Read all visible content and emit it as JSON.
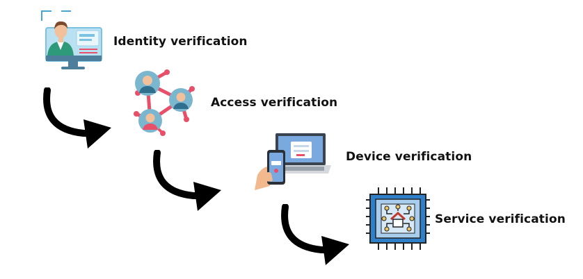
{
  "steps": [
    {
      "label": "Identity verification",
      "icon": "identity-verification-icon"
    },
    {
      "label": "Access verification",
      "icon": "access-network-icon"
    },
    {
      "label": "Device verification",
      "icon": "device-verification-icon"
    },
    {
      "label": "Service verification",
      "icon": "service-chip-icon"
    }
  ],
  "colors": {
    "text": "#111111",
    "arrow": "#000000",
    "monitor": "#b9e1f2",
    "network_link": "#e8506a",
    "avatar_bg": "#7bb6cf",
    "chip_border": "#2f80c9",
    "laptop_screen": "#7aa9e0"
  },
  "connectors": [
    "curved-arrow",
    "curved-arrow",
    "curved-arrow"
  ]
}
